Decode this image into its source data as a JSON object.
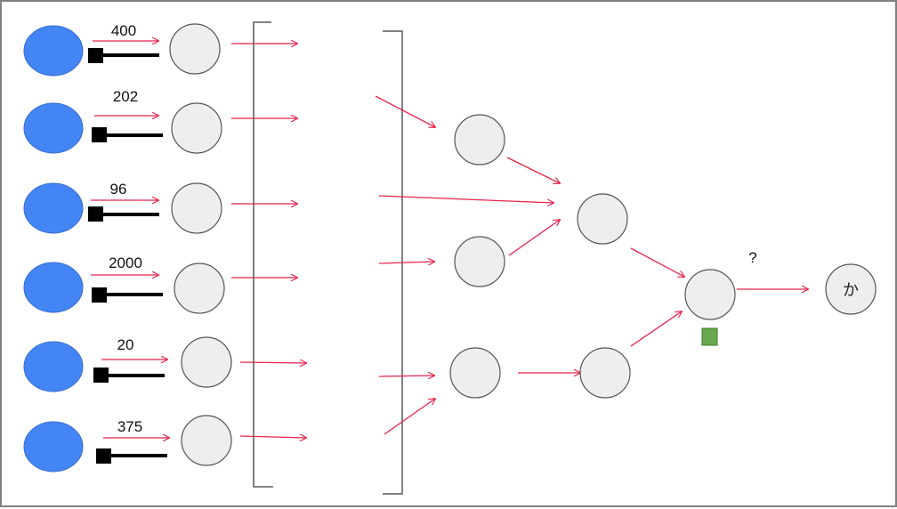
{
  "colors": {
    "input_fill": "#4385f4",
    "input_stroke": "#3b6ed0",
    "node_fill": "#eeeeee",
    "node_stroke": "#555555",
    "arrow": "#e8234a",
    "weight_bar": "#000000",
    "bias_box": "#6aa84f",
    "bracket": "#595959",
    "frame": "#808080"
  },
  "inputs": [
    {
      "weight_label": "400"
    },
    {
      "weight_label": "202"
    },
    {
      "weight_label": "96"
    },
    {
      "weight_label": "2000"
    },
    {
      "weight_label": "20"
    },
    {
      "weight_label": "375"
    }
  ],
  "unknown_label": "?",
  "output_label": "か",
  "icons": {
    "output_node": "circle-node",
    "bias": "green-square"
  }
}
